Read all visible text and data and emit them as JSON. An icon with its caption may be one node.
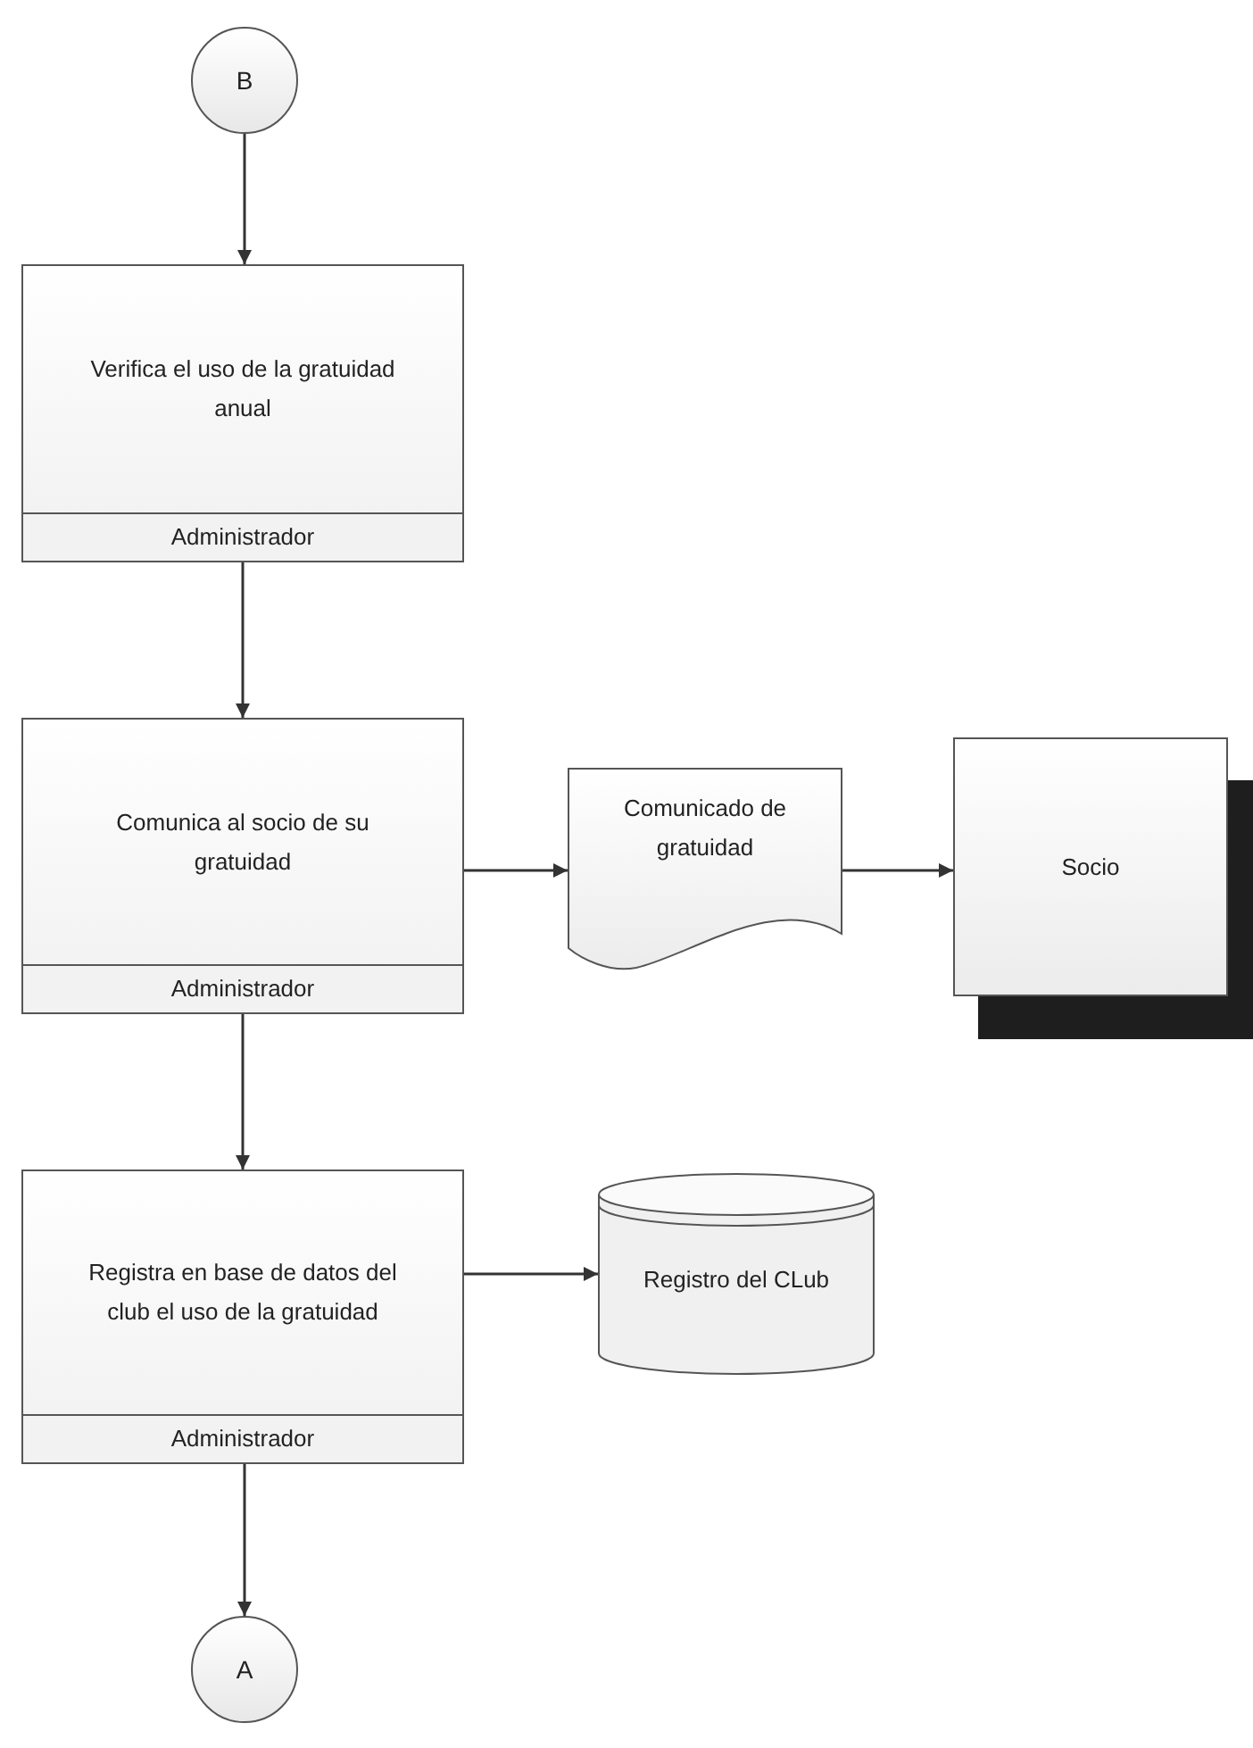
{
  "diagram": {
    "nodes": [
      {
        "text": [
          "B"
        ]
      },
      {
        "text": [
          "Verifica el uso de la gratuidad anual",
          "Administrador"
        ]
      },
      {
        "text": [
          "Comunica al socio de su gratuidad",
          "Administrador"
        ]
      },
      {
        "text": [
          "Comunicado de gratuidad"
        ]
      },
      {
        "text": [
          "Socio"
        ]
      },
      {
        "text": [
          "Registra en base de datos del club el uso de la gratuidad",
          "Administrador"
        ]
      },
      {
        "text": [
          "Registro del CLub"
        ]
      },
      {
        "text": [
          "A"
        ]
      }
    ],
    "edges": [
      {
        "from": 0,
        "to": 1,
        "arrow": "to"
      },
      {
        "from": 1,
        "to": 2,
        "arrow": "to"
      },
      {
        "from": 2,
        "to": 3,
        "arrow": "to"
      },
      {
        "from": 3,
        "to": 4,
        "arrow": "to"
      },
      {
        "from": 2,
        "to": 5,
        "arrow": "to"
      },
      {
        "from": 5,
        "to": 6,
        "arrow": "to"
      },
      {
        "from": 5,
        "to": 7,
        "arrow": "to"
      }
    ]
  }
}
